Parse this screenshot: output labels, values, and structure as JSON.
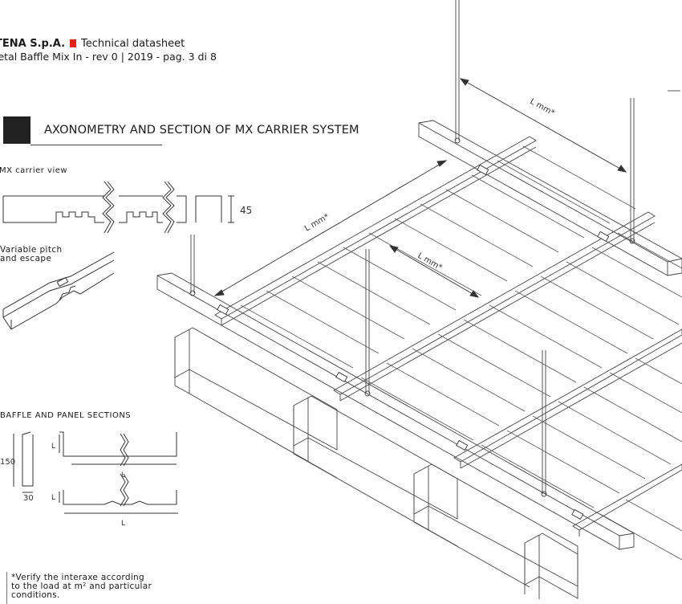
{
  "header": {
    "company": "TENA S.p.A.",
    "doc_type": "Technical datasheet",
    "subline": "letal Baffle Mix In -  rev 0 | 2019 - pag. 3 di 8",
    "accent_color": "#e2231a"
  },
  "section": {
    "title": "AXONOMETRY AND SECTION OF MX CARRIER SYSTEM"
  },
  "carrier_view": {
    "label": "MX carrier view",
    "height_value": "45"
  },
  "variable_pitch": {
    "line1": "Variable pitch",
    "line2": "and escape"
  },
  "baffle_sections": {
    "label": "BAFFLE AND PANEL SECTIONS",
    "height_value": "150",
    "width_value": "30",
    "dim_L": "L"
  },
  "axonometry": {
    "dim1": "L mm*",
    "dim2": "L mm*",
    "dim3": "L mm*"
  },
  "note": {
    "line1": "*Verify the interaxe according",
    "line2": "to the load at m² and particular",
    "line3": "conditions."
  }
}
